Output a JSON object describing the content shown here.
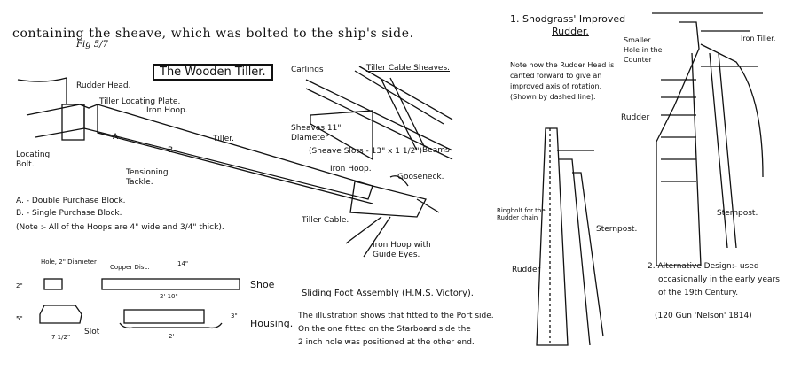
{
  "body_text": "containing the sheave, which was bolted to the ship's side.",
  "figure_label": "Fig 5/7",
  "tiller": {
    "title": "The Wooden Tiller.",
    "rudder_head": "Rudder Head.",
    "locating_plate": "Tiller Locating Plate.",
    "iron_hoop": "Iron Hoop.",
    "tiller": "Tiller.",
    "locating_bolt": "Locating Bolt.",
    "tensioning": "Tensioning Tackle.",
    "a": "A",
    "b": "B",
    "legend_a": "A. - Double Purchase Block.",
    "legend_b": "B. - Single Purchase Block.",
    "note": "(Note :- All of the Hoops are 4\" wide and 3/4\" thick).",
    "iron_hoop2": "Iron Hoop.",
    "gooseneck": "Gooseneck.",
    "tiller_cable": "Tiller Cable.",
    "iron_hoop_guide": "Iron Hoop with Guide Eyes."
  },
  "sheaves": {
    "carlings": "Carlings",
    "title": "Tiller Cable Sheaves.",
    "sheaves": "Sheaves 11\" Diameter",
    "slots": "(Sheave Slots - 13\" x 1 1/2\")",
    "beams": "Beams"
  },
  "sliding": {
    "hole": "Hole, 2\" Diameter",
    "copper": "Copper Disc.",
    "d14": "14\"",
    "d2_10": "2' 10\"",
    "shoe": "Shoe",
    "housing": "Housing.",
    "slot": "Slot",
    "d5": "5\"",
    "d2": "2\"",
    "d7": "7 1/2\"",
    "d3": "3\"",
    "d2ft": "2'",
    "title": "Sliding Foot Assembly (H.M.S. Victory).",
    "desc1": "The illustration shows that fitted to the Port side.",
    "desc2": "On the one fitted on the Starboard side the",
    "desc3": "2 inch hole was positioned at the other end."
  },
  "snodgrass": {
    "title1": "1.  Snodgrass' Improved",
    "title2": "Rudder.",
    "note1": "Note how the Rudder Head is",
    "note2": "canted forward to give an",
    "note3": "improved axis of rotation.",
    "note4": "(Shown by dashed line).",
    "ringbolt": "Ringbolt for the Rudder chain",
    "sternpost": "Sternpost.",
    "rudder": "Rudder"
  },
  "alt": {
    "smaller_hole": "Smaller Hole in the Counter",
    "iron_tiller": "Iron Tiller.",
    "rudder": "Rudder",
    "sternpost": "Sternpost.",
    "title1": "2. Alternative Design:- used",
    "title2": "occasionally in the early years",
    "title3": "of the 19th Century.",
    "title4": "(120 Gun 'Nelson' 1814)"
  }
}
